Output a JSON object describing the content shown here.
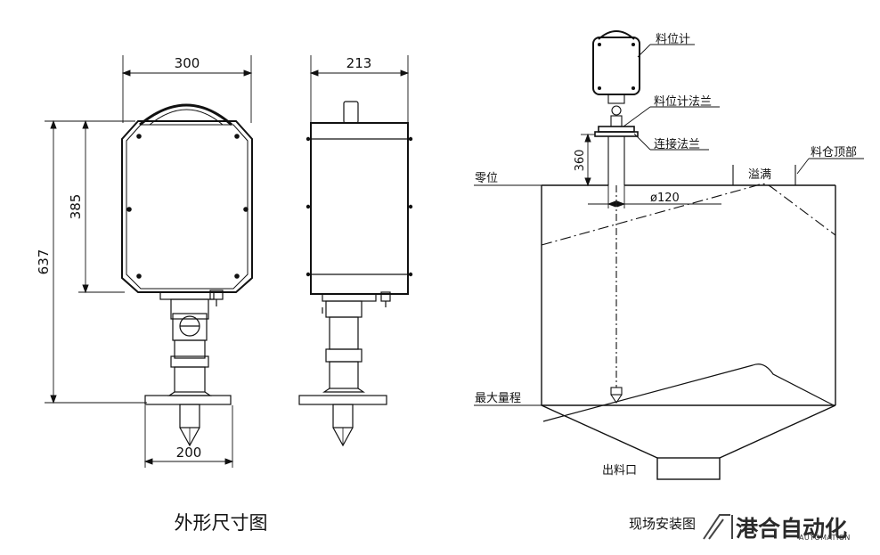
{
  "outline_view": {
    "caption": "外形尺寸图",
    "dimensions": {
      "width_front": "300",
      "width_side": "213",
      "height_total": "637",
      "height_housing": "385",
      "flange_width": "200"
    }
  },
  "installation_view": {
    "caption": "现场安装图",
    "labels": {
      "level_gauge": "料位计",
      "gauge_flange": "料位计法兰",
      "connecting_flange": "连接法兰",
      "zero_level": "零位",
      "overflow": "溢满",
      "silo_top": "料仓顶部",
      "diameter": "ø120",
      "nozzle_height": "360",
      "max_range": "最大量程",
      "discharge": "出料口"
    }
  },
  "brand": {
    "name_cn": "港合自动化",
    "name_en": "AUTOMATION"
  }
}
